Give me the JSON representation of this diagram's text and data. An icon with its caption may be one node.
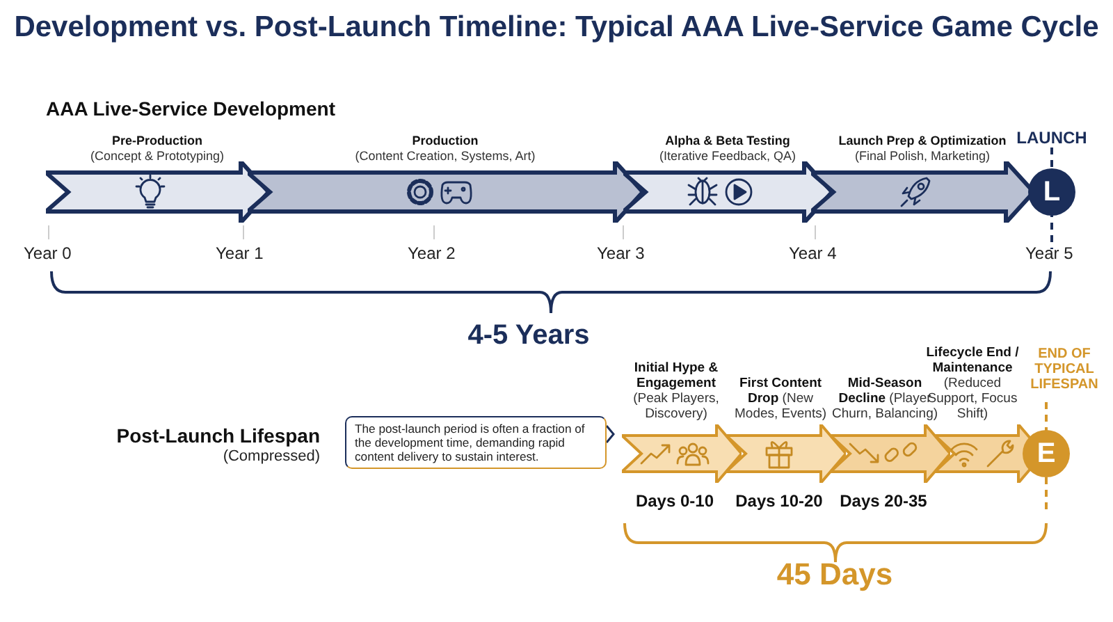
{
  "diagram": {
    "title": "Development vs. Post-Launch Timeline: Typical AAA Live-Service Game Cycle",
    "nodes": [
      {
        "text": [
          "Pre-Production",
          "(Concept & Prototyping)"
        ]
      },
      {
        "text": [
          "Production",
          "(Content Creation, Systems, Art)"
        ]
      },
      {
        "text": [
          "Alpha & Beta Testing",
          "(Iterative Feedback, QA)"
        ]
      },
      {
        "text": [
          "Launch Prep & Optimization",
          "(Final Polish, Marketing)"
        ]
      },
      {
        "text": [
          "L"
        ],
        "beside": [
          "LAUNCH"
        ]
      },
      {
        "text": [
          "The post-launch period is often a fraction of the development time, demanding rapid content delivery to sustain interest."
        ]
      },
      {
        "text": [
          "Initial Hype & Engagement",
          "(Peak Players, Discovery)"
        ],
        "beside": [
          "Days 0-10"
        ]
      },
      {
        "text": [
          "First Content Drop",
          "(New Modes, Events)"
        ],
        "beside": [
          "Days 10-20"
        ]
      },
      {
        "text": [
          "Mid-Season Decline",
          "(Player Churn, Balancing)"
        ],
        "beside": [
          "Days 20-35"
        ]
      },
      {
        "text": [
          "Lifecycle End / Maintenance",
          "(Reduced Support, Focus Shift)"
        ]
      },
      {
        "text": [
          "E"
        ],
        "beside": [
          "END OF TYPICAL LIFESPAN"
        ]
      }
    ],
    "labels": [
      "AAA Live-Service Development",
      "Year 0",
      "Year 1",
      "Year 2",
      "Year 3",
      "Year 4",
      "Year 5",
      "4-5 Years",
      "Post-Launch Lifespan",
      "(Compressed)",
      "45 Days"
    ]
  }
}
